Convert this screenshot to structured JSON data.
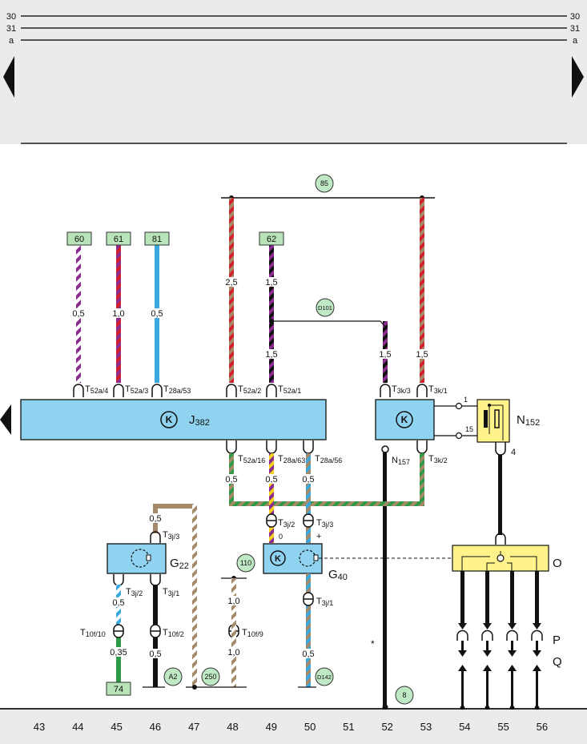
{
  "top_rails": {
    "r30": "30",
    "r31": "31",
    "ra": "a"
  },
  "circles": {
    "c85": "85",
    "cD101": "D101",
    "c110": "110",
    "cA2": "A2",
    "c250": "250",
    "cD142": "D142",
    "c8": "8"
  },
  "boxes": {
    "b60": "60",
    "b61": "61",
    "b81": "81",
    "b62": "62",
    "b74": "74"
  },
  "components": {
    "J382_prefix": "J",
    "J382_sub": "382",
    "N157_prefix": "N",
    "N157_sub": "157",
    "N152_prefix": "N",
    "N152_sub": "152",
    "G22_prefix": "G",
    "G22_sub": "22",
    "G40_prefix": "G",
    "G40_sub": "40",
    "O": "O",
    "P": "P",
    "Q": "Q",
    "K_glyph": "K"
  },
  "wire_sizes": {
    "w60": "0,5",
    "w61": "1,0",
    "w81": "0,5",
    "w85a": "2,5",
    "w62a": "1,5",
    "w62b": "1,5",
    "wD101": "1,5",
    "w85b": "1,5",
    "wT52a16": "0,5",
    "wT28a63": "0,5",
    "wT28a56": "0,5",
    "wG22top": "0,5",
    "wG22a": "0,5",
    "wG22b": "0,35",
    "wG22c": "0,5",
    "w110a": "1,0",
    "w110b": "1,0",
    "wD142": "0,5"
  },
  "terminals": {
    "T52a4": [
      "T",
      "52a/4"
    ],
    "T52a3": [
      "T",
      "52a/3"
    ],
    "T28a53": [
      "T",
      "28a/53"
    ],
    "T52a2": [
      "T",
      "52a/2"
    ],
    "T52a1": [
      "T",
      "52a/1"
    ],
    "T3k3": [
      "T",
      "3k/3"
    ],
    "T3k1": [
      "T",
      "3k/1"
    ],
    "T52a16": [
      "T",
      "52a/16"
    ],
    "T28a63": [
      "T",
      "28a/63"
    ],
    "T28a56": [
      "T",
      "28a/56"
    ],
    "T3k2": [
      "T",
      "3k/2"
    ],
    "T3j3a": [
      "T",
      "3j/3"
    ],
    "T3j2a": [
      "T",
      "3j/2"
    ],
    "T3j1a": [
      "T",
      "3j/1"
    ],
    "T3j2b": [
      "T",
      "3j/2"
    ],
    "T3j3b": [
      "T",
      "3j/3"
    ],
    "T3j1b": [
      "T",
      "3j/1"
    ],
    "T10f10": [
      "T",
      "10f/10"
    ],
    "T10f2": [
      "T",
      "10f/2"
    ],
    "T10f9": [
      "T",
      "10f/9"
    ]
  },
  "pins": {
    "p1": "1",
    "p15": "15",
    "p4": "4",
    "p0": "0",
    "pplus": "+",
    "star": "*"
  },
  "bottom_numbers": [
    "43",
    "44",
    "45",
    "46",
    "47",
    "48",
    "49",
    "50",
    "51",
    "52",
    "53",
    "54",
    "55",
    "56"
  ],
  "colors": {
    "module": "#8fd3f0",
    "relay": "#fff38a",
    "badge": "#bfe8c4",
    "box": "#b9e3b9",
    "header_bg": "#ebebed"
  }
}
